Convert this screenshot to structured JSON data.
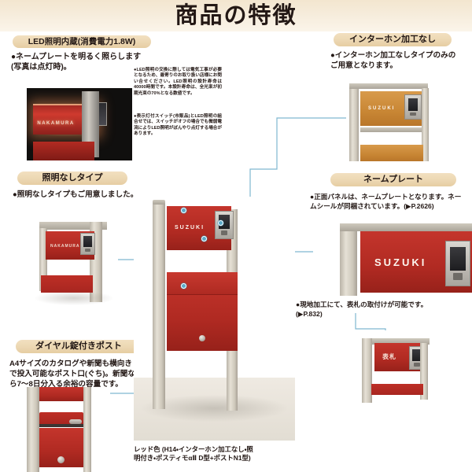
{
  "header": {
    "title": "商品の特徴",
    "band_color": "#f3e6cf"
  },
  "sections": {
    "led": {
      "label": "LED照明内蔵(消費電力1.8W)",
      "bullet": "●ネームプレートを明るく照らします(写真は点灯時)。",
      "note1": "●LED照明の交換に際しては電気工事が必要となるため、最寄りのお取り扱い店様にお問い合せください。LED照明の設計寿命は40000時間です。本設計寿命は、全光束が初期光束の70%となる数値です。",
      "note2": "●表示灯付スイッチ(市販品)とLED照明の組合せでは、スイッチがオフの場合でも微弱電流によりLED照明がぼんやり点灯する場合があります。"
    },
    "intercom": {
      "label": "インターホン加工なし",
      "bullet": "●インターホン加工なしタイプのみのご用意となります。"
    },
    "no_light": {
      "label": "照明なしタイプ",
      "bullet": "●照明なしタイプもご用意しました。"
    },
    "nameplate": {
      "label": "ネームプレート",
      "bullet": "●正面パネルは、ネームプレートとなります。ネームシールが同梱されています。(▶P.2626)",
      "bullet2": "●現地加工にて、表札の取付けが可能です。\n(▶P.832)"
    },
    "post": {
      "label": "ダイヤル錠付きポスト",
      "bullet": "A4サイズのカタログや新聞も横向きで投入可能なポスト口(ぐち)。新聞なら7～8日分入る余裕の容量です。"
    }
  },
  "main_photo": {
    "nameplate_text": "SUZUKI",
    "caption": "レッド色 (H14・インターホン加工なし・照\n明付き・ポスティモαⅡ D型+ポストN1型)"
  },
  "photos": {
    "led_night": {
      "nameplate_text": "NAKAMURA"
    },
    "no_light": {
      "nameplate_text": "NAKAMURA"
    },
    "intercom_none": {
      "nameplate_text": "SUZUKI"
    },
    "nameplate_closeup": {
      "nameplate_text": "SUZUKI"
    },
    "hyosatsu": {
      "nameplate_text": "表札"
    }
  },
  "colors": {
    "accent_line": "#7fb8d0",
    "pill": "#ecd7b2",
    "text": "#231815",
    "red": "#be2f26",
    "orange": "#c88634"
  }
}
